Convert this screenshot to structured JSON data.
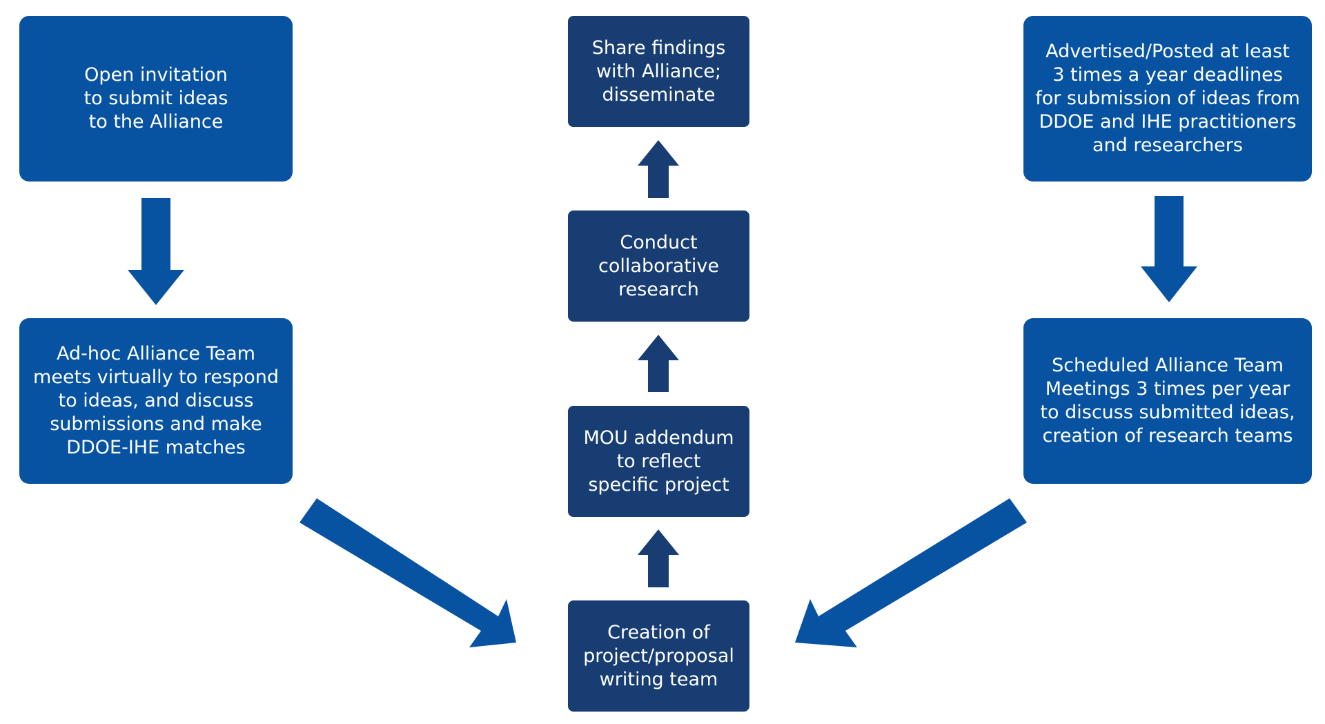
{
  "colors": {
    "side_box": "#0753a2",
    "center_box": "#173d72",
    "side_arrow": "#0753a2",
    "center_arrow": "#173d72"
  },
  "left_column": {
    "open_invitation": "Open invitation\nto submit ideas\nto the Alliance",
    "adhoc_team": "Ad-hoc Alliance Team\nmeets virtually to respond\nto ideas, and discuss\nsubmissions and make\nDDOE-IHE matches"
  },
  "center_column": {
    "share_findings": "Share findings\nwith Alliance;\ndisseminate",
    "conduct_research": "Conduct\ncollaborative\nresearch",
    "mou_addendum": "MOU addendum\nto reflect\nspecific project",
    "creation_team": "Creation of\nproject/proposal\nwriting team"
  },
  "right_column": {
    "advertised": "Advertised/Posted at least\n3 times a year deadlines\nfor submission of ideas from\nDDOE and IHE practitioners\nand researchers",
    "scheduled_meetings": "Scheduled Alliance Team\nMeetings 3 times per year\nto discuss submitted ideas,\ncreation of research teams"
  },
  "flow": [
    {
      "from": "Open invitation to submit ideas to the Alliance",
      "to": "Ad-hoc Alliance Team meets virtually to respond to ideas, and discuss submissions and make DDOE-IHE matches"
    },
    {
      "from": "Ad-hoc Alliance Team meets virtually to respond to ideas, and discuss submissions and make DDOE-IHE matches",
      "to": "Creation of project/proposal writing team"
    },
    {
      "from": "Advertised/Posted at least 3 times a year deadlines for submission of ideas from DDOE and IHE practitioners and researchers",
      "to": "Scheduled Alliance Team Meetings 3 times per year to discuss submitted ideas, creation of research teams"
    },
    {
      "from": "Scheduled Alliance Team Meetings 3 times per year to discuss submitted ideas, creation of research teams",
      "to": "Creation of project/proposal writing team"
    },
    {
      "from": "Creation of project/proposal writing team",
      "to": "MOU addendum to reflect specific project"
    },
    {
      "from": "MOU addendum to reflect specific project",
      "to": "Conduct collaborative research"
    },
    {
      "from": "Conduct collaborative research",
      "to": "Share findings with Alliance; disseminate"
    }
  ]
}
